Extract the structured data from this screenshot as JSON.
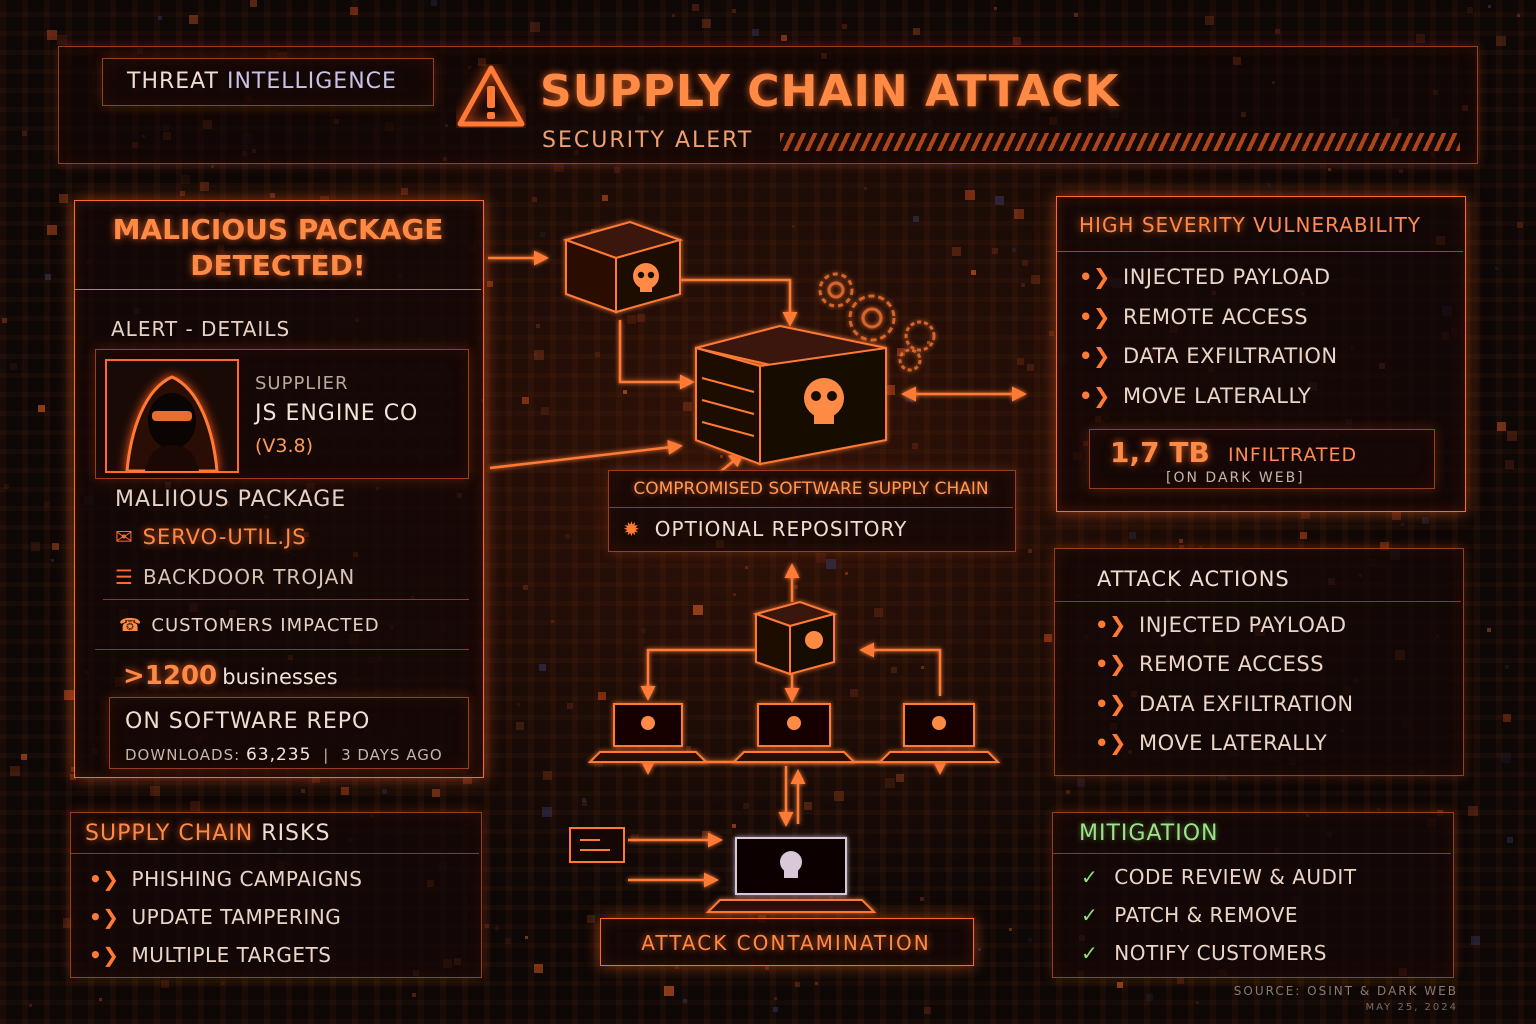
{
  "header": {
    "section_word1": "THREAT",
    "section_word2": "INTELLIGENCE",
    "title": "SUPPLY CHAIN ATTACK",
    "subtitle": "SECURITY ALERT"
  },
  "alert_panel": {
    "heading_line1": "MALICIOUS PACKAGE",
    "heading_line2": "DETECTED!",
    "details_label": "ALERT - DETAILS",
    "supplier_label": "SUPPLIER",
    "supplier_name": "JS ENGINE CO",
    "supplier_version": "(V3.8)",
    "package_label": "MALIIOUS PACKAGE",
    "package_name": "SERVO-UTIL.JS",
    "package_type": "BACKDOOR TROJAN",
    "customers_label": "CUSTOMERS IMPACTED",
    "customers_count": ">1200",
    "customers_unit": "businesses",
    "repo_label": "ON SOFTWARE REPO",
    "downloads_label": "DOWNLOADS:",
    "downloads_value": "63,235",
    "downloads_time": "3 DAYS AGO"
  },
  "risks_panel": {
    "heading_word1": "SUPPLY CHAIN",
    "heading_word2": "RISKS",
    "items": [
      "PHISHING CAMPAIGNS",
      "UPDATE TAMPERING",
      "MULTIPLE TARGETS"
    ]
  },
  "center": {
    "chain_label": "COMPROMISED SOFTWARE SUPPLY CHAIN",
    "repo_label": "OPTIONAL REPOSITORY",
    "contamination_label": "ATTACK CONTAMINATION"
  },
  "severity_panel": {
    "heading_word1": "HIGH SEVERITY",
    "heading_word2": "VULNERABILITY",
    "items": [
      "INJECTED PAYLOAD",
      "REMOTE ACCESS",
      "DATA EXFILTRATION",
      "MOVE LATERALLY"
    ],
    "volume_value": "1,7 TB",
    "volume_label": "INFILTRATED",
    "volume_note": "[ON DARK WEB]"
  },
  "actions_panel": {
    "heading": "ATTACK ACTIONS",
    "items": [
      "INJECTED PAYLOAD",
      "REMOTE ACCESS",
      "DATA EXFILTRATION",
      "MOVE LATERALLY"
    ]
  },
  "mitigation_panel": {
    "heading": "MITIGATION",
    "items": [
      "CODE REVIEW & AUDIT",
      "PATCH & REMOVE",
      "NOTIFY CUSTOMERS"
    ]
  },
  "footer": {
    "source": "SOURCE: OSINT & DARK WEB",
    "date": "MAY 25, 2024"
  },
  "icons": {
    "warning": "warning-triangle-icon",
    "hacker": "hooded-hacker-icon",
    "package": "package-skull-icon",
    "server": "server-skull-icon",
    "laptop": "laptop-skull-icon",
    "check": "check-icon"
  },
  "colors": {
    "accent": "#ff7a35",
    "accent_bright": "#ff9a55",
    "check": "#8fe07a",
    "text": "#e9d6c8",
    "background": "#0d0706"
  }
}
